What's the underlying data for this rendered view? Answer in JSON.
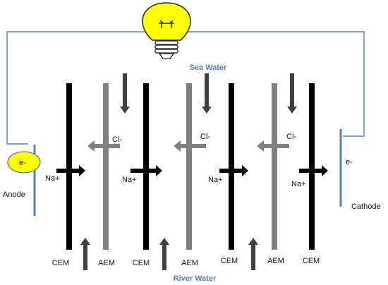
{
  "labels": {
    "sea_water": "Sea Water",
    "river_water": "River Water",
    "anode": "Anode",
    "cathode": "Cathode",
    "electron": "e-",
    "sodium": "Na+",
    "chloride": "Cl-"
  },
  "membranes": [
    "CEM",
    "AEM",
    "CEM",
    "AEM",
    "CEM",
    "AEM",
    "CEM"
  ],
  "colors": {
    "cem": "#000000",
    "aem": "#7f7f7f",
    "wire": "#4f81bd",
    "water_label": "#4f81bd",
    "electron_fill": "#ffff00",
    "electron_stroke": "#4f81bd",
    "bulb_fill": "#ffff00",
    "flow_arrow": "#404040"
  },
  "icons": {
    "bulb": "lightbulb-icon"
  }
}
